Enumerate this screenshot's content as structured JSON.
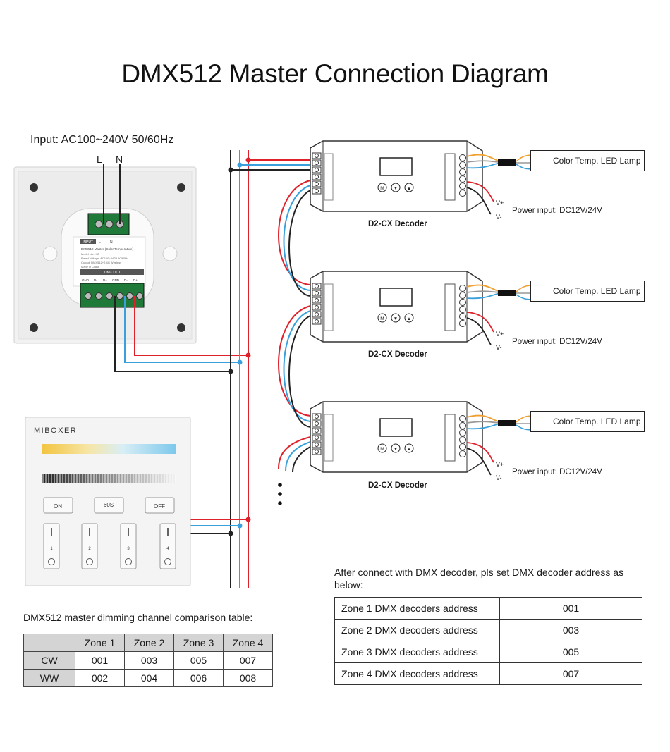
{
  "title": "DMX512 Master Connection Diagram",
  "input": {
    "label": "Input: AC100~240V 50/60Hz",
    "l": "L",
    "n": "N"
  },
  "master_module": {
    "input_tag": "INPUT",
    "input_pins": [
      "L",
      "N"
    ],
    "model": "DMX512 Master (Color Temperature)",
    "model_no": "Model No.: X2",
    "rated_voltage": "Rated Voltage: AC100~240V 50/60Hz",
    "output": "Output: DMX512+2.4G Wireless",
    "made_in": "Made in China",
    "dmx_out": "DMX OUT",
    "dmx_pins": [
      "GND",
      "D-",
      "D+",
      "GND",
      "D-",
      "D+"
    ]
  },
  "remote_panel": {
    "brand": "MIBOXER",
    "buttons": {
      "on": "ON",
      "sixty": "60S",
      "off": "OFF"
    },
    "zones": [
      "1",
      "2",
      "3",
      "4"
    ]
  },
  "decoders": [
    {
      "name": "D2-CX Decoder",
      "lamp": "Color Temp. LED Lamp",
      "power": "Power input: DC12V/24V",
      "vplus": "V+",
      "vminus": "V-"
    },
    {
      "name": "D2-CX Decoder",
      "lamp": "Color Temp. LED Lamp",
      "power": "Power input: DC12V/24V",
      "vplus": "V+",
      "vminus": "V-"
    },
    {
      "name": "D2-CX Decoder",
      "lamp": "Color Temp. LED Lamp",
      "power": "Power input: DC12V/24V",
      "vplus": "V+",
      "vminus": "V-"
    }
  ],
  "decoder_buttons": [
    "M",
    "▼",
    "▲"
  ],
  "address_note": "After connect with DMX decoder, pls set DMX decoder address as below:",
  "address_table": [
    {
      "zone": "Zone 1 DMX decoders address",
      "value": "001"
    },
    {
      "zone": "Zone 2 DMX decoders address",
      "value": "003"
    },
    {
      "zone": "Zone 3 DMX decoders address",
      "value": "005"
    },
    {
      "zone": "Zone 4 DMX decoders address",
      "value": "007"
    }
  ],
  "channel_table": {
    "caption": "DMX512 master dimming channel comparison table:",
    "headers": [
      "Zone 1",
      "Zone 2",
      "Zone 3",
      "Zone 4"
    ],
    "rows": [
      {
        "label": "CW",
        "values": [
          "001",
          "003",
          "005",
          "007"
        ]
      },
      {
        "label": "WW",
        "values": [
          "002",
          "004",
          "006",
          "008"
        ]
      }
    ]
  },
  "colors": {
    "red_wire": "#e0202a",
    "blue_wire": "#3aa0dc",
    "black_wire": "#222222",
    "green_terminal": "#2e9e4a",
    "device_outline": "#333333"
  }
}
